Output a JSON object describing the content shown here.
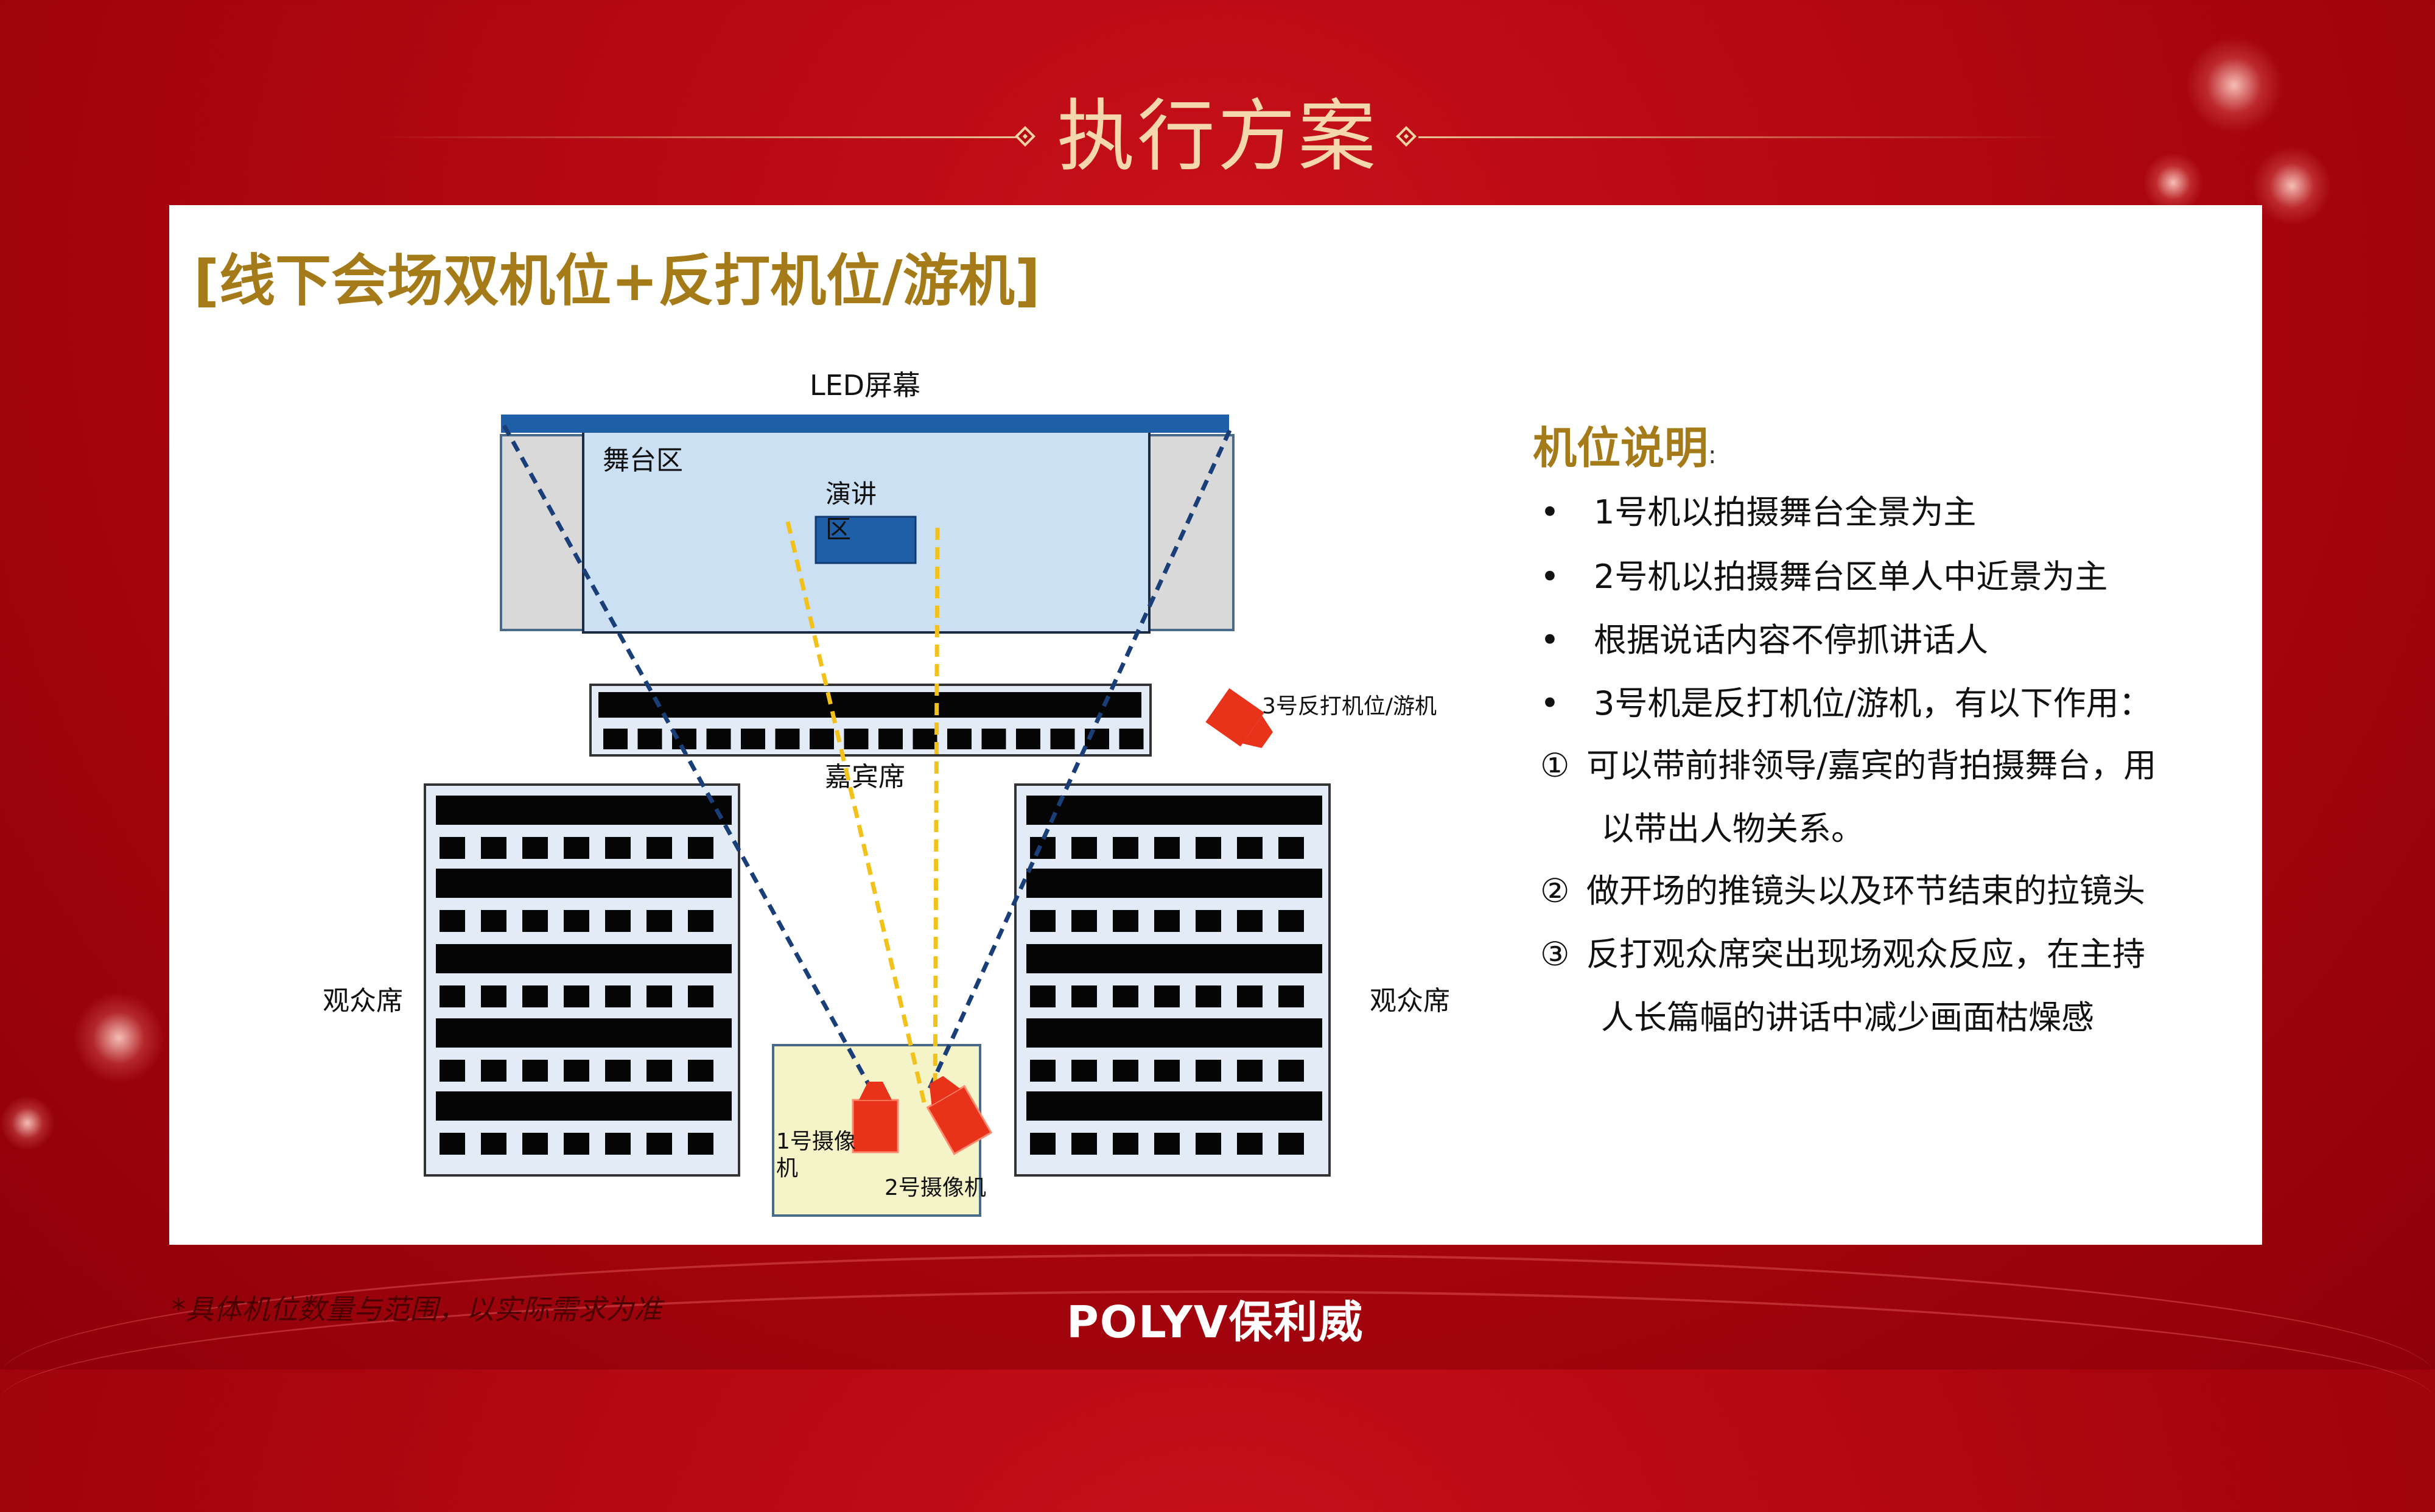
{
  "page": {
    "title": "执行方案",
    "subtitle": "[线下会场双机位+反打机位/游机]"
  },
  "diagram": {
    "led_label": "LED屏幕",
    "stage_label": "舞台区",
    "speech_label_1": "演讲",
    "speech_label_2": "区",
    "guest_label": "嘉宾席",
    "audience_left_label": "观众席",
    "audience_right_label": "观众席",
    "camera1_label_1": "1号摄像",
    "camera1_label_2": "机",
    "camera2_label": "2号摄像机",
    "camera3_label": "3号反打机位/游机"
  },
  "notes": {
    "title": "机位说明",
    "title_colon": ":",
    "items": [
      {
        "bullet": "•",
        "text": "1号机以拍摄舞台全景为主"
      },
      {
        "bullet": "•",
        "text": "2号机以拍摄舞台区单人中近景为主"
      },
      {
        "bullet": "•",
        "text": "根据说话内容不停抓讲话人"
      },
      {
        "bullet": "•",
        "text": "3号机是反打机位/游机，有以下作用："
      },
      {
        "bullet": "①",
        "text": "可以带前排领导/嘉宾的背拍摄舞台，用"
      },
      {
        "bullet": "",
        "text": "以带出人物关系。"
      },
      {
        "bullet": "②",
        "text": "做开场的推镜头以及环节结束的拉镜头"
      },
      {
        "bullet": "③",
        "text": "反打观众席突出现场观众反应，在主持"
      },
      {
        "bullet": "",
        "text": "人长篇幅的讲话中减少画面枯燥感"
      }
    ]
  },
  "footer": {
    "note": "*具体机位数量与范围，以实际需求为准",
    "logo": "POLYV保利威"
  },
  "colors": {
    "background": "#b00710",
    "title_gold": "#a57b1a",
    "stage_fill": "#cce0f4",
    "led_bar": "#1f5fa8",
    "camera_red": "#e8321a",
    "camera_zone": "#f4f4c8",
    "sight_blue": "#1a3f78",
    "sight_yellow": "#f2c21a"
  }
}
